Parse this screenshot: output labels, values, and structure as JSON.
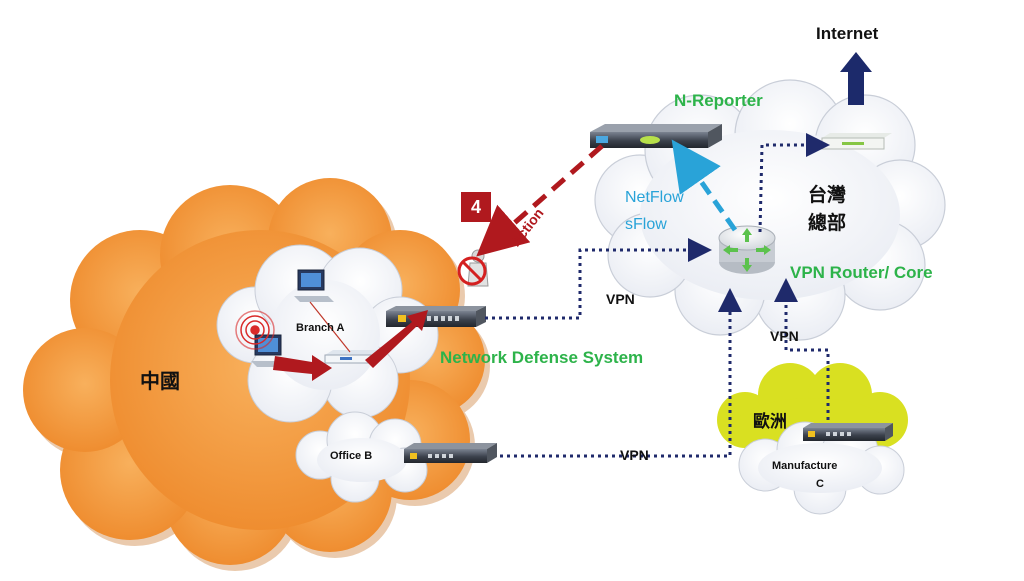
{
  "labels": {
    "internet": "Internet",
    "n_reporter": "N-Reporter",
    "netflow": "NetFlow",
    "sflow": "sFlow",
    "hq": [
      "台灣",
      "總部"
    ],
    "vpn_router_core": "VPN Router/ Core",
    "step_number": "4",
    "action": "Action",
    "branch_a": "Branch A",
    "network_defense_system": "Network Defense System",
    "china": "中國",
    "office_b": "Office B",
    "europe": "歐洲",
    "manufacture": "Manufacture",
    "manufacture_c": "C",
    "vpn_labels": [
      "VPN",
      "VPN",
      "VPN"
    ]
  },
  "colors": {
    "orange_cloud": "#f4a04a",
    "yellow_cloud": "#d9e021",
    "green_text": "#2db34a",
    "netflow_blue": "#29a3d8",
    "action_red": "#b0191e",
    "vpn_navy": "#1f2a6b",
    "internet_arrow": "#1c2a6b",
    "router_green": "#5cc24d"
  },
  "icons": [
    "server-icon",
    "router-icon",
    "firewall-icon",
    "computer-icon",
    "switch-icon",
    "blocked-user-icon",
    "signal-icon",
    "internet-arrow-icon"
  ]
}
